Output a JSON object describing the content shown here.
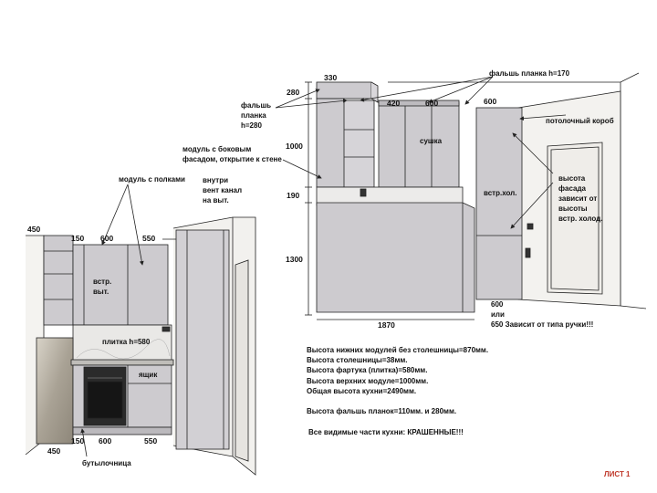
{
  "left_view": {
    "dims_top": [
      "450",
      "150",
      "600",
      "550"
    ],
    "dims_bottom": [
      "450",
      "150",
      "600",
      "550"
    ],
    "label_shelf_module": "модуль с полками",
    "label_vent": [
      "внутри",
      "вент канал",
      "на выт."
    ],
    "label_hood": [
      "встр.",
      "выт."
    ],
    "label_tile": "плитка  h=580",
    "label_drawer": "ящик",
    "label_bottle": "бутылочница"
  },
  "right_view": {
    "dims_left": [
      "280",
      "1000",
      "190",
      "1300"
    ],
    "dim_330": "330",
    "dim_420": "420",
    "dim_600a": "600",
    "dim_600b": "600",
    "dim_1870": "1870",
    "dim_600_or_650": [
      "600",
      "или",
      "650 Зависит от типа ручки!!!"
    ],
    "label_false_strip_top": "фальшь планка h=170",
    "label_false_strip_left": [
      "фальшь",
      "планка",
      "h=280"
    ],
    "label_side_module": [
      "модуль с боковым",
      "фасадом, открытие к стене"
    ],
    "label_dryer": "сушка",
    "label_fridge": "встр.хол.",
    "label_ceiling_box": "потолочный короб",
    "label_fridge_facade": [
      "высота",
      "фасада",
      "зависит от",
      "высоты",
      "встр. холод."
    ]
  },
  "notes": [
    "Высота нижних модулей без столешницы=870мм.",
    "Высота столешницы=38мм.",
    "Высота фартука (плитка)=580мм.",
    "Высота верхних модуле=1000мм.",
    "Общая высота кухни=2490мм.",
    "",
    "Высота фальшь планок=110мм. и 280мм.",
    "",
    "Все видимые части кухни: КРАШЕННЫЕ!!!"
  ],
  "sheet_label": "ЛИСТ 1",
  "colors": {
    "cabinet": "#cdcbcf",
    "wall": "#f2f1ee",
    "line": "#222222",
    "marble": "#b9b4aa"
  }
}
